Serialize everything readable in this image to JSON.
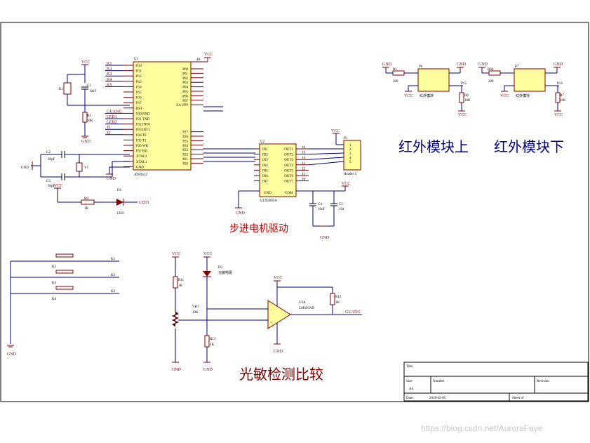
{
  "title_block": {
    "title": "Title",
    "size": "Size",
    "size_value": "A4",
    "number": "Number",
    "revision": "Revision",
    "date_label": "Date:",
    "date_value": "2018-02-05",
    "sheet": "Sheet   of"
  },
  "labels": {
    "ir_top": "红外模块上",
    "ir_bottom": "红外模块下",
    "stepper": "步进电机驱动",
    "photo": "光敏检测比较"
  },
  "mcu": {
    "ref": "U1",
    "part": "AT89S52",
    "vcc": "VCC",
    "vcc_pin": "40",
    "left_pins": [
      "P10",
      "P11",
      "P12",
      "P13",
      "P14",
      "P15",
      "P16",
      "P17",
      "RST",
      "P30 RXD",
      "P31 TXD",
      "P32 INT0",
      "P33 INT1",
      "P34 T0",
      "P35 T1",
      "P36 WR",
      "P37 RD",
      "XTAL2",
      "XTAL1",
      "GND"
    ],
    "left_nets": [
      "K1",
      "K2",
      "K3",
      "K4",
      "K5",
      "",
      "",
      "",
      "",
      "GUANG",
      "LED1",
      "LED2",
      "J5",
      "J2",
      "",
      "",
      "",
      "",
      "",
      ""
    ],
    "right_pins": [
      "P00",
      "P01",
      "P02",
      "P03",
      "P04",
      "P05",
      "P06",
      "P07",
      "EA VPP",
      "",
      "",
      "",
      "",
      "",
      "P27",
      "P26",
      "P25",
      "P24",
      "P23",
      "P22",
      "P21",
      "P20"
    ]
  },
  "uln": {
    "ref": "U2",
    "part": "ULN2003A",
    "inputs": [
      "IN1",
      "IN2",
      "IN3",
      "IN4",
      "IN5",
      "IN6",
      "IN7"
    ],
    "outputs": [
      "OUT1",
      "OUT2",
      "OUT3",
      "OUT4",
      "OUT5",
      "OUT6",
      "OUT7"
    ],
    "gnd": "GND",
    "com": "COM",
    "out_pins": [
      "16",
      "15",
      "14",
      "13",
      "12",
      "11",
      "10"
    ]
  },
  "header": {
    "ref": "P1",
    "part": "Header 5",
    "pins": [
      "1",
      "2",
      "3",
      "4",
      "5"
    ]
  },
  "parts": {
    "c1": "C1",
    "c1v": "10uF",
    "k1": "K1",
    "r3": "R3",
    "r3v": "10K",
    "c2": "C2",
    "c2v": "30pF",
    "c3": "C3",
    "c3v": "30pF",
    "y1": "Y1",
    "r9": "R9",
    "r9v": "1K",
    "d1": "D1",
    "d1v": "LED",
    "led1": "LED1",
    "c4": "C4",
    "c4v": "10uF",
    "c5": "C5",
    "c5v": "104",
    "k2": "K2",
    "k3": "K3",
    "k4": "K4",
    "k1n": "K1",
    "k2n": "K2",
    "k3n": "K3",
    "r11": "R11",
    "r11v": "1K",
    "d3": "D3",
    "d3v": "光敏电阻",
    "vr1": "VR1",
    "vr1v": "10K",
    "r13": "R13",
    "r13v": "1K",
    "u3a": "U3A",
    "u3av": "LM393AN",
    "r12": "R12",
    "r12v": "1K",
    "guang": "GUANG",
    "p6": "P6",
    "p7": "P7",
    "r5": "R5",
    "r5v": "200",
    "r66": "R66",
    "r66v": "200",
    "r6": "R6",
    "r6v": "10K",
    "r7": "R7",
    "r7v": "10K",
    "p13": "P13",
    "p14": "P14",
    "irmod": "红外模块"
  },
  "power": {
    "vcc": "VCC",
    "gnd": "GND"
  },
  "watermark": "https://blog.csdn.net/AuroraFaye"
}
